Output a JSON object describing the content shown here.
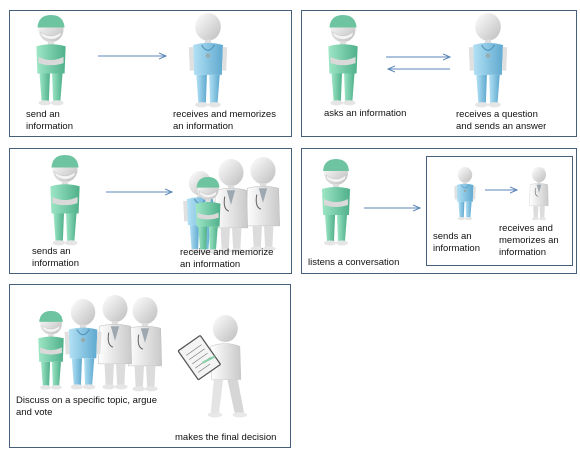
{
  "colors": {
    "border": "#46607a",
    "arrow": "#5b86b8",
    "cap": "#6ec4a0",
    "scrubs": "#7fd4b0",
    "scrubs_blue": "#8ec9e8",
    "skin": "#e8e8e8",
    "coat": "#f2f2f2"
  },
  "panels": [
    {
      "id": "p1",
      "left_text": "send an\ninformation",
      "right_text": "receives and memorizes\nan information",
      "arrow": "right"
    },
    {
      "id": "p2",
      "left_text": "asks an information",
      "right_text": "receives a question\nand sends an answer",
      "arrow": "bidirectional"
    },
    {
      "id": "p3",
      "left_text": "sends an\ninformation",
      "right_text": "receive and memorize\nan information",
      "arrow": "right"
    },
    {
      "id": "p4",
      "left_text": "listens  a conversation",
      "inner": {
        "left_text": "sends an\ninformation",
        "right_text": "receives and\nmemorizes an\ninformation"
      },
      "arrow": "right"
    },
    {
      "id": "p5",
      "group_text": "Discuss on a specific topic, argue\nand vote",
      "decision_text": "makes the final decision"
    }
  ],
  "icons": [
    "doctor-with-cap-icon",
    "doctor-icon",
    "doctor-group-icon",
    "clipboard-figure-icon",
    "arrow-icon"
  ]
}
